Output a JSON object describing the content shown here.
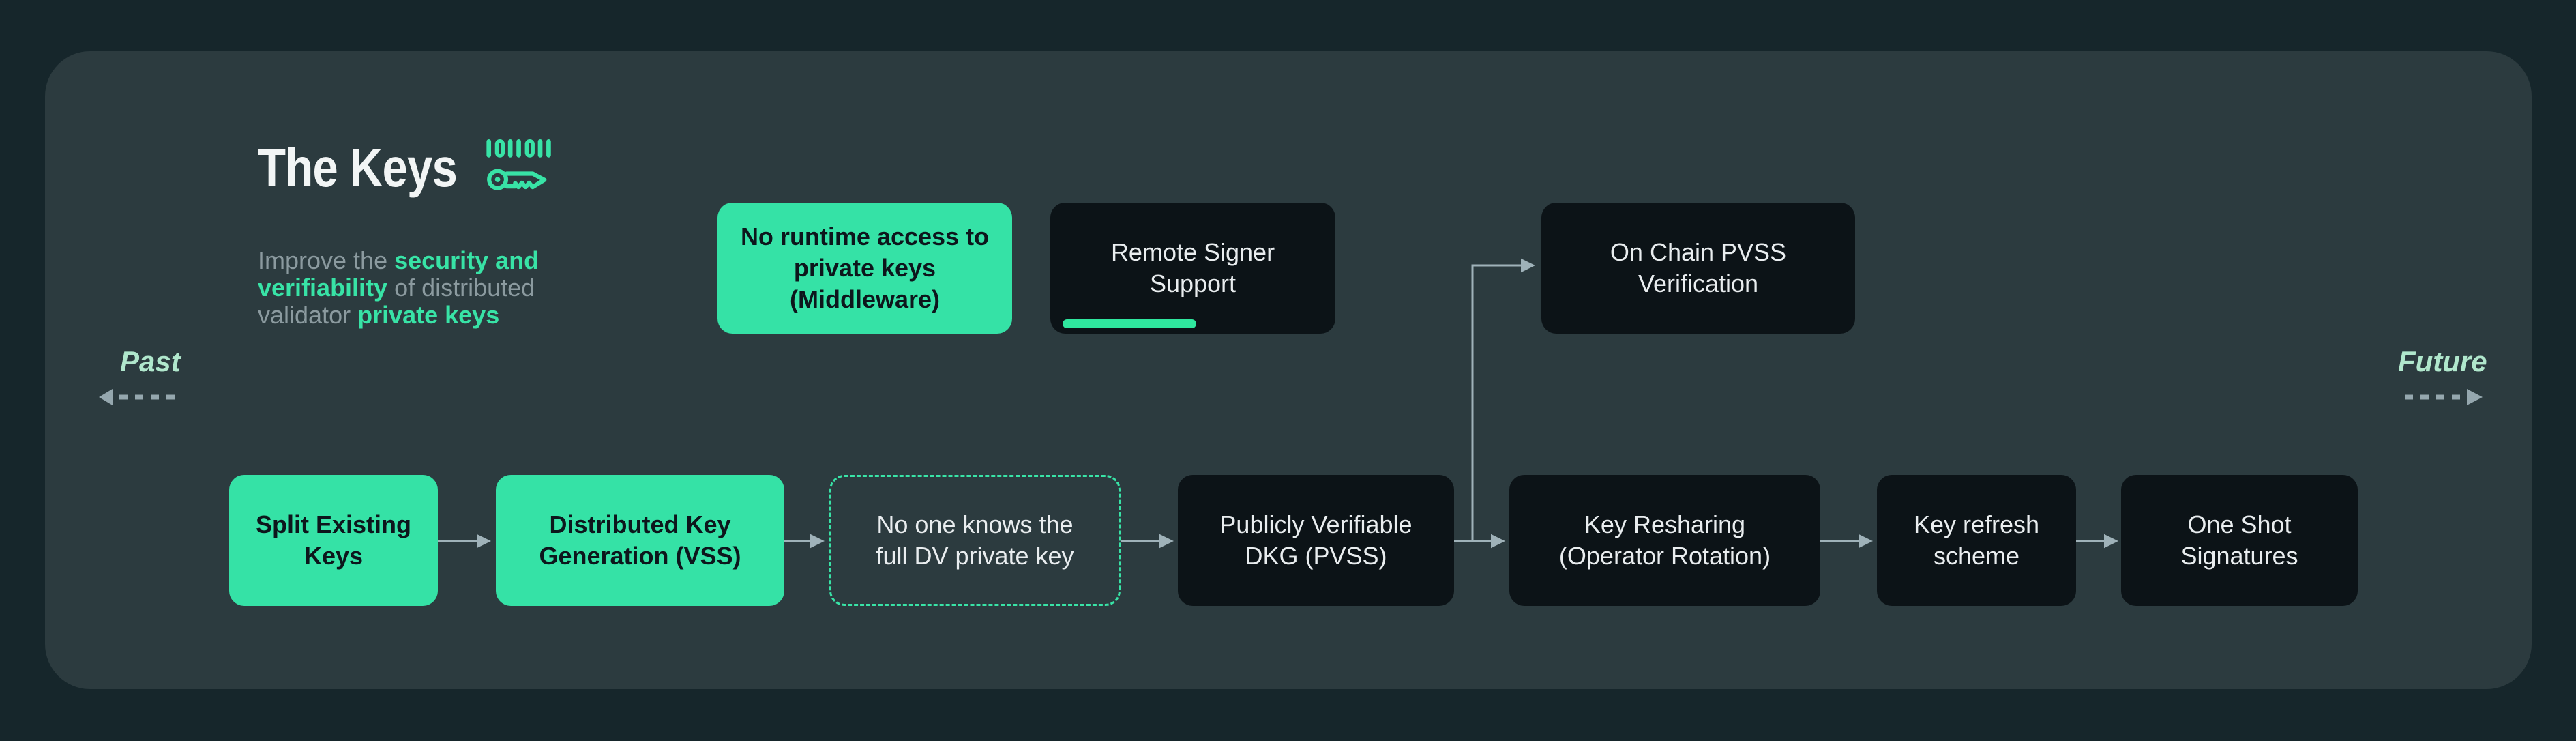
{
  "colors": {
    "bg-outer": "#16262b",
    "bg-panel": "#2c3b3f",
    "box-green": "#35e2a6",
    "box-dark": "#0c1317",
    "accent": "#38e3a6",
    "text-title": "#f2f5f5",
    "text-light": "#e9edef",
    "text-dark": "#0d161c",
    "text-muted": "#8b9a9f",
    "timeline-label": "#b0e7cc",
    "arrow": "#9fb2b9",
    "dash-arrow": "#95a7ae",
    "progress": "#2fe79e"
  },
  "header": {
    "title": "The Keys",
    "icon": "binary-key-icon",
    "binary_digits": "1011011",
    "subtitle_parts": [
      {
        "text": "Improve the ",
        "accent": false
      },
      {
        "text": "security and\nverifiability",
        "accent": true
      },
      {
        "text": " of distributed\nvalidator ",
        "accent": false
      },
      {
        "text": "private keys",
        "accent": true
      }
    ]
  },
  "timeline": {
    "past": "Past",
    "future": "Future"
  },
  "top_row": [
    {
      "id": "no-runtime-access",
      "label": "No runtime access to\nprivate keys\n(Middleware)",
      "variant": "green"
    },
    {
      "id": "remote-signer-support",
      "label": "Remote Signer\nSupport",
      "variant": "dark",
      "progress_percent": 47
    },
    {
      "id": "on-chain-pvss-verification",
      "label": "On Chain PVSS\nVerification",
      "variant": "dark"
    }
  ],
  "bottom_row": [
    {
      "id": "split-existing-keys",
      "label": "Split Existing\nKeys",
      "variant": "green"
    },
    {
      "id": "distributed-key-generation-vss",
      "label": "Distributed Key\nGeneration (VSS)",
      "variant": "green"
    },
    {
      "id": "no-one-knows-full-dv-key",
      "label": "No one knows the\nfull DV private key",
      "variant": "dashed"
    },
    {
      "id": "publicly-verifiable-dkg-pvss",
      "label": "Publicly Verifiable\nDKG (PVSS)",
      "variant": "dark"
    },
    {
      "id": "key-resharing-operator-rotation",
      "label": "Key Resharing\n(Operator Rotation)",
      "variant": "dark"
    },
    {
      "id": "key-refresh-scheme",
      "label": "Key refresh\nscheme",
      "variant": "dark"
    },
    {
      "id": "one-shot-signatures",
      "label": "One Shot\nSignatures",
      "variant": "dark"
    }
  ]
}
